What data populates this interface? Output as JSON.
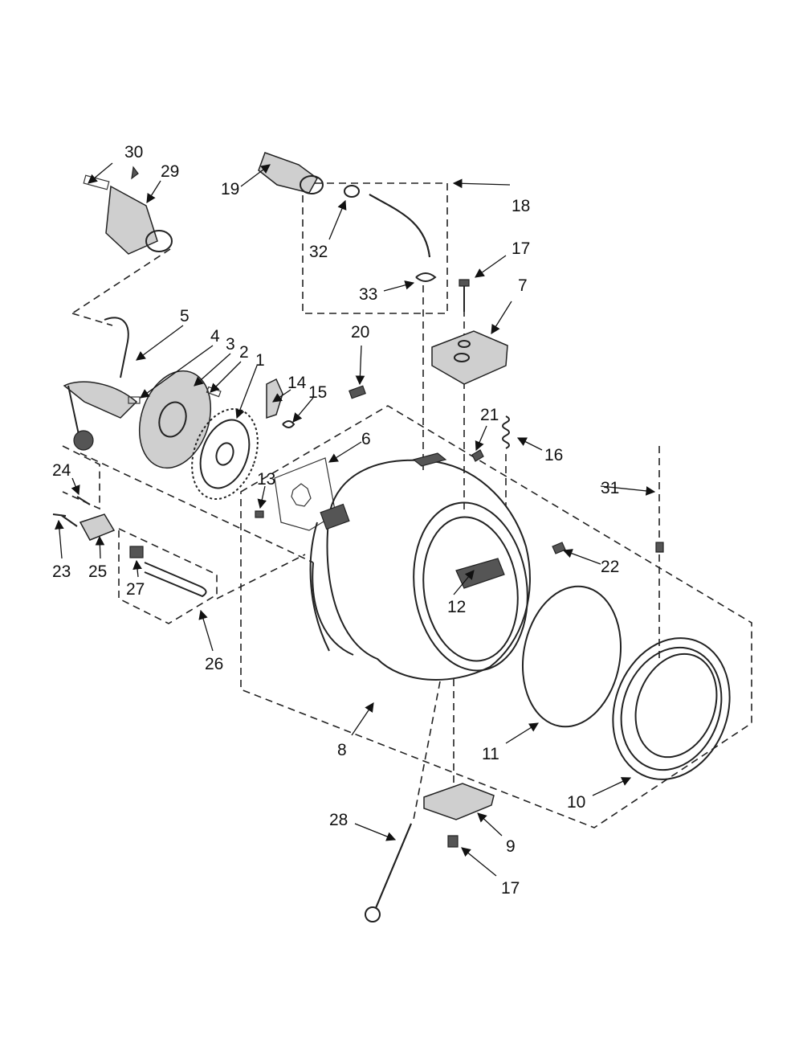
{
  "labels": {
    "p1": "1",
    "p2": "2",
    "p3": "3",
    "p4": "4",
    "p5": "5",
    "p6": "6",
    "p7": "7",
    "p8": "8",
    "p9": "9",
    "p10": "10",
    "p11": "11",
    "p12": "12",
    "p13": "13",
    "p14": "14",
    "p15": "15",
    "p16": "16",
    "p17a": "17",
    "p17b": "17",
    "p18": "18",
    "p19": "19",
    "p20": "20",
    "p21": "21",
    "p22": "22",
    "p23": "23",
    "p24": "24",
    "p25": "25",
    "p26": "26",
    "p27": "27",
    "p28": "28",
    "p29": "29",
    "p30": "30",
    "p31": "31",
    "p32": "32",
    "p33": "33"
  }
}
